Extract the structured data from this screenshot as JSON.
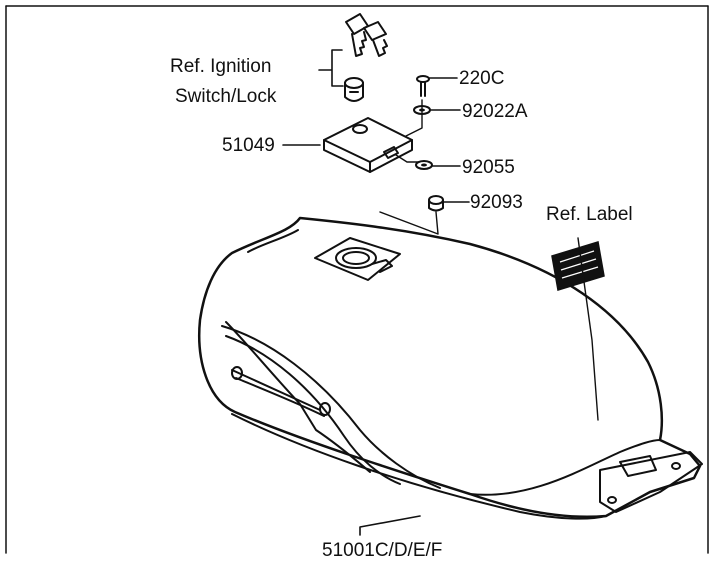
{
  "labels": {
    "ignition_ref": "Ref. Ignition",
    "switch_lock": "Switch/Lock",
    "cap_part": "51049",
    "bolt_part": "220C",
    "washer_part": "92022A",
    "gasket_part": "92055",
    "damper_part": "92093",
    "label_ref": "Ref. Label",
    "tank_part": "51001C/D/E/F"
  },
  "colors": {
    "ink": "#111111",
    "paper": "#ffffff"
  }
}
